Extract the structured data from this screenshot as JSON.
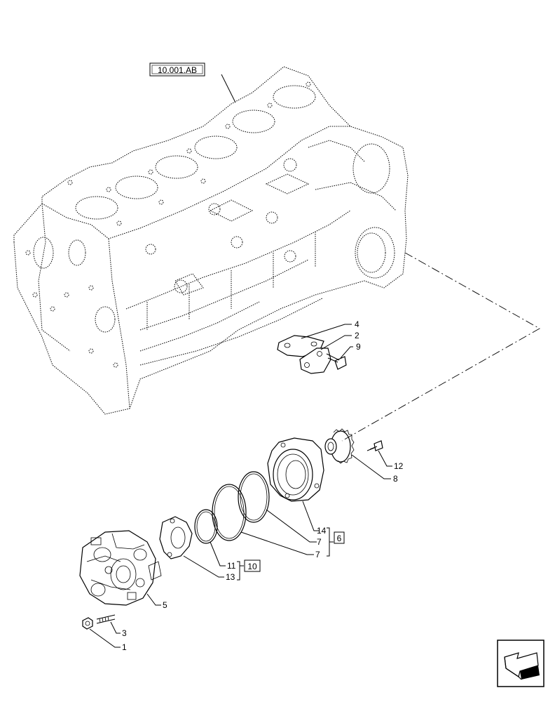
{
  "reference_box": "10.001.AB",
  "callouts": {
    "c1": "1",
    "c2": "2",
    "c3": "3",
    "c4": "4",
    "c5": "5",
    "c6": "6",
    "c7a": "7",
    "c7b": "7",
    "c8": "8",
    "c9": "9",
    "c10": "10",
    "c11": "11",
    "c12": "12",
    "c13": "13",
    "c14": "14"
  },
  "icons": {
    "nav": "return-arrow-icon"
  }
}
